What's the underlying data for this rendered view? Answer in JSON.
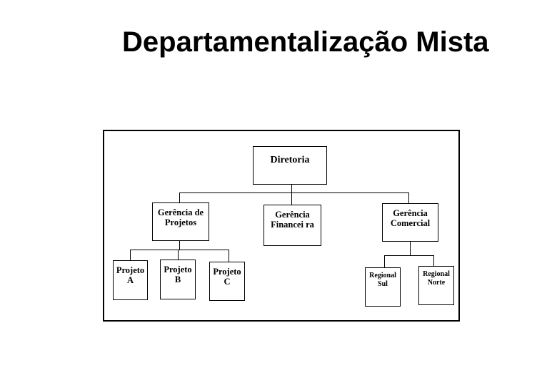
{
  "slide": {
    "title": "Departamentalização Mista"
  },
  "org_chart": {
    "type": "org-tree",
    "root": {
      "label": "Diretoria"
    },
    "managements": [
      {
        "label": "Gerência de\nProjetos",
        "children": [
          "Projeto\nA",
          "Projeto\nB",
          "Projeto\nC"
        ]
      },
      {
        "label": "Gerência\nFinancei ra",
        "children": []
      },
      {
        "label": "Gerência\nComercial",
        "children": [
          "Regional\nSul",
          "Regional\nNorte"
        ]
      }
    ]
  },
  "colors": {
    "background": "#ffffff",
    "line": "#000000",
    "text": "#000000"
  }
}
